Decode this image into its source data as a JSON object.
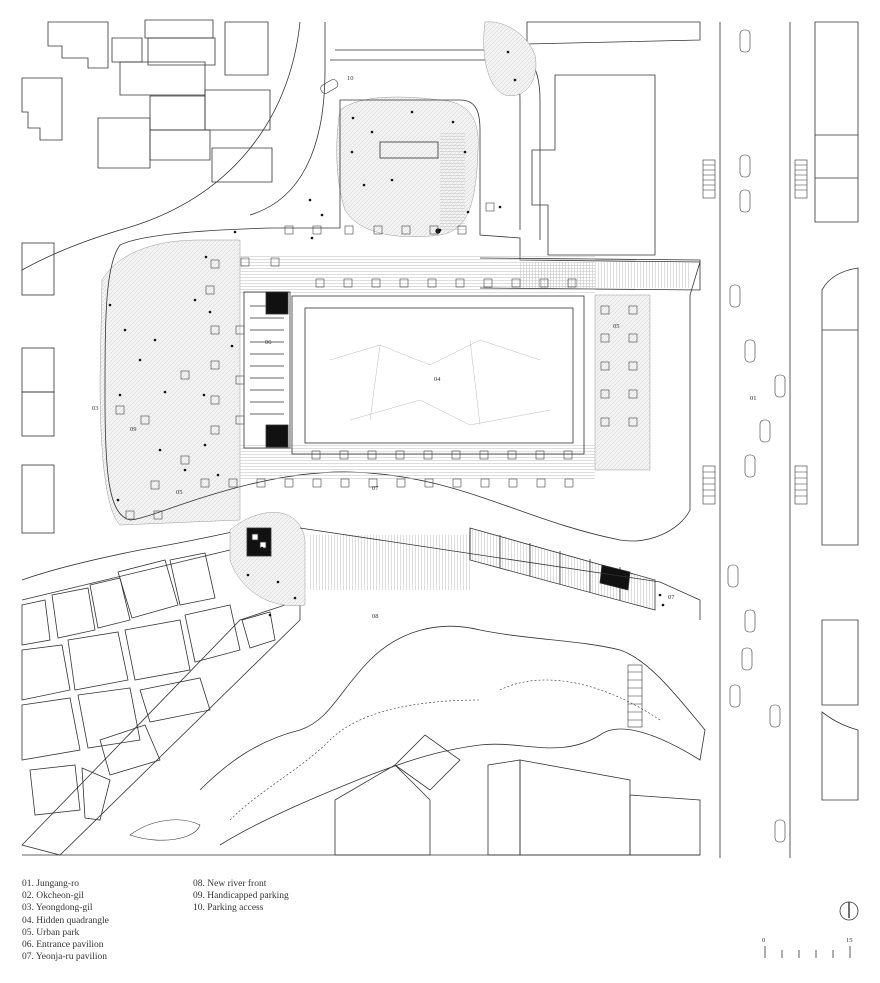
{
  "plan": {
    "labels": {
      "l01": "01",
      "l03": "03",
      "l04": "04",
      "l05a": "05",
      "l05b": "05",
      "l06": "06",
      "l07a": "07",
      "l07b": "07",
      "l08": "08",
      "l09": "09",
      "l10": "10"
    }
  },
  "legend": {
    "left": [
      "01. Jungang-ro",
      "02. Okcheon-gil",
      "03. Yeongdong-gil",
      "04. Hidden quadrangle",
      "05. Urban park",
      "06. Entrance pavilion",
      "07. Yeonja-ru pavilion"
    ],
    "right": [
      "08. New river front",
      "09. Handicapped parking",
      "10. Parking access"
    ]
  },
  "scale": {
    "start": "0",
    "end": "15"
  },
  "icons": {
    "north": "north-arrow-icon"
  },
  "colors": {
    "line": "#333333",
    "hatch": "#e6e6e6",
    "dark": "#111111"
  }
}
